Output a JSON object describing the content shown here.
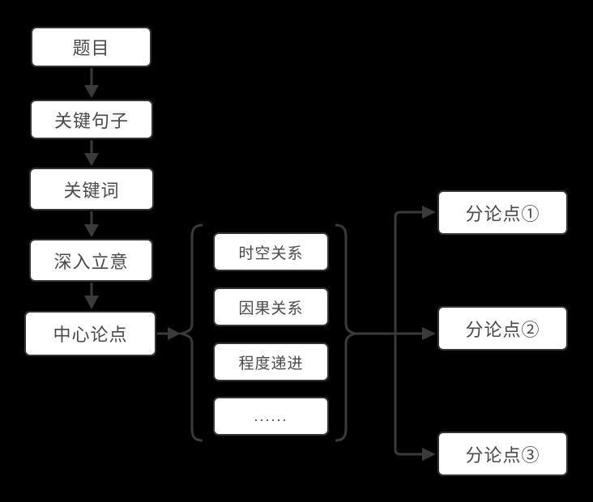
{
  "colors": {
    "background": "#000000",
    "box_fill": "#ffffff",
    "box_border": "#333333",
    "text": "#4a4a4a",
    "line": "#3a3a3a"
  },
  "flowchart": {
    "main_chain": [
      {
        "label": "题目"
      },
      {
        "label": "关键句子"
      },
      {
        "label": "关键词"
      },
      {
        "label": "深入立意"
      },
      {
        "label": "中心论点"
      }
    ],
    "relation_group": [
      {
        "label": "时空关系"
      },
      {
        "label": "因果关系"
      },
      {
        "label": "程度递进"
      },
      {
        "label": "......"
      }
    ],
    "sub_points": [
      {
        "label": "分论点①"
      },
      {
        "label": "分论点②"
      },
      {
        "label": "分论点③"
      }
    ]
  }
}
